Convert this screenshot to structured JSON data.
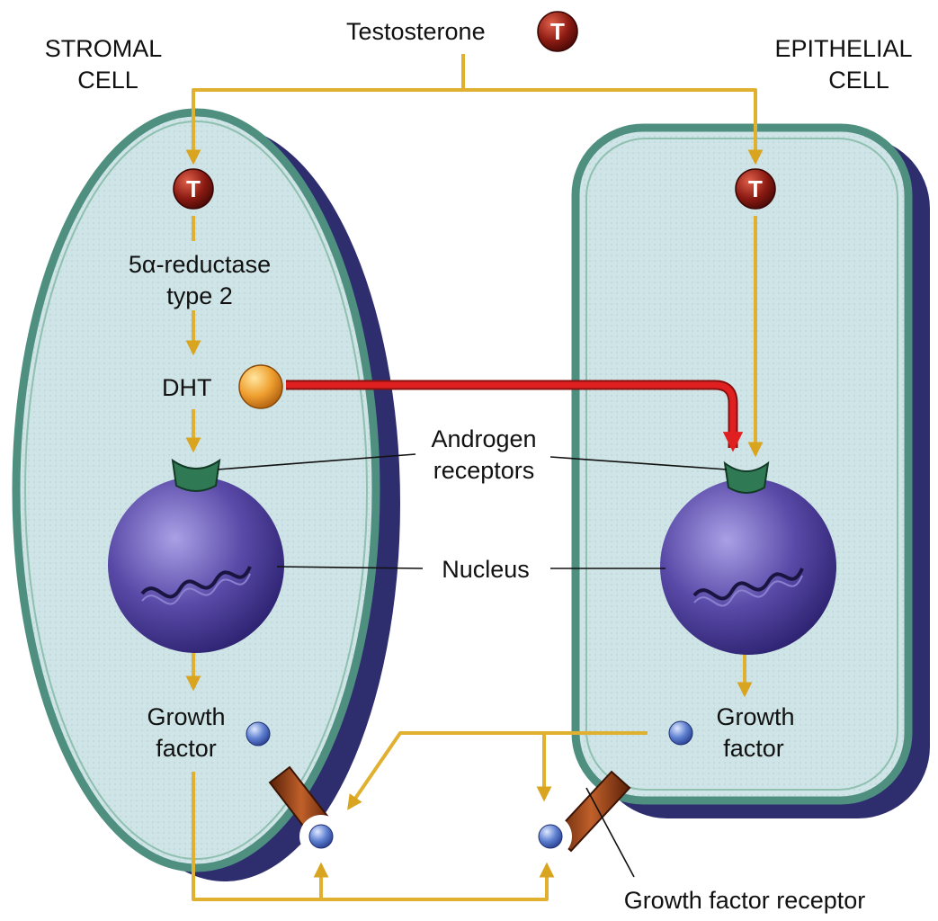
{
  "labels": {
    "top_hormone": "Testosterone",
    "stromal_line1": "STROMAL",
    "stromal_line2": "CELL",
    "epithelial_line1": "EPITHELIAL",
    "epithelial_line2": "CELL",
    "enzyme_line1": "5α-reductase",
    "enzyme_line2": "type 2",
    "dht": "DHT",
    "receptors_line1": "Androgen",
    "receptors_line2": "receptors",
    "nucleus": "Nucleus",
    "gf_left_line1": "Growth",
    "gf_left_line2": "factor",
    "gf_right_line1": "Growth",
    "gf_right_line2": "factor",
    "gf_receptor": "Growth factor receptor"
  },
  "tokens": {
    "testosterone_letter": "T"
  },
  "colors": {
    "cell_fill": "#cfe4e6",
    "cell_border": "#4f8f80",
    "cell_shadow": "#2e2e6e",
    "nucleus": "#5a4aa8",
    "arrow_yellow": "#e0b030",
    "arrow_red": "#e02020",
    "testosterone_token": "#8a1a12",
    "dht_token": "#f0a030",
    "growth_factor": "#5d7fd0",
    "receptor_stalk": "#a04a20"
  }
}
